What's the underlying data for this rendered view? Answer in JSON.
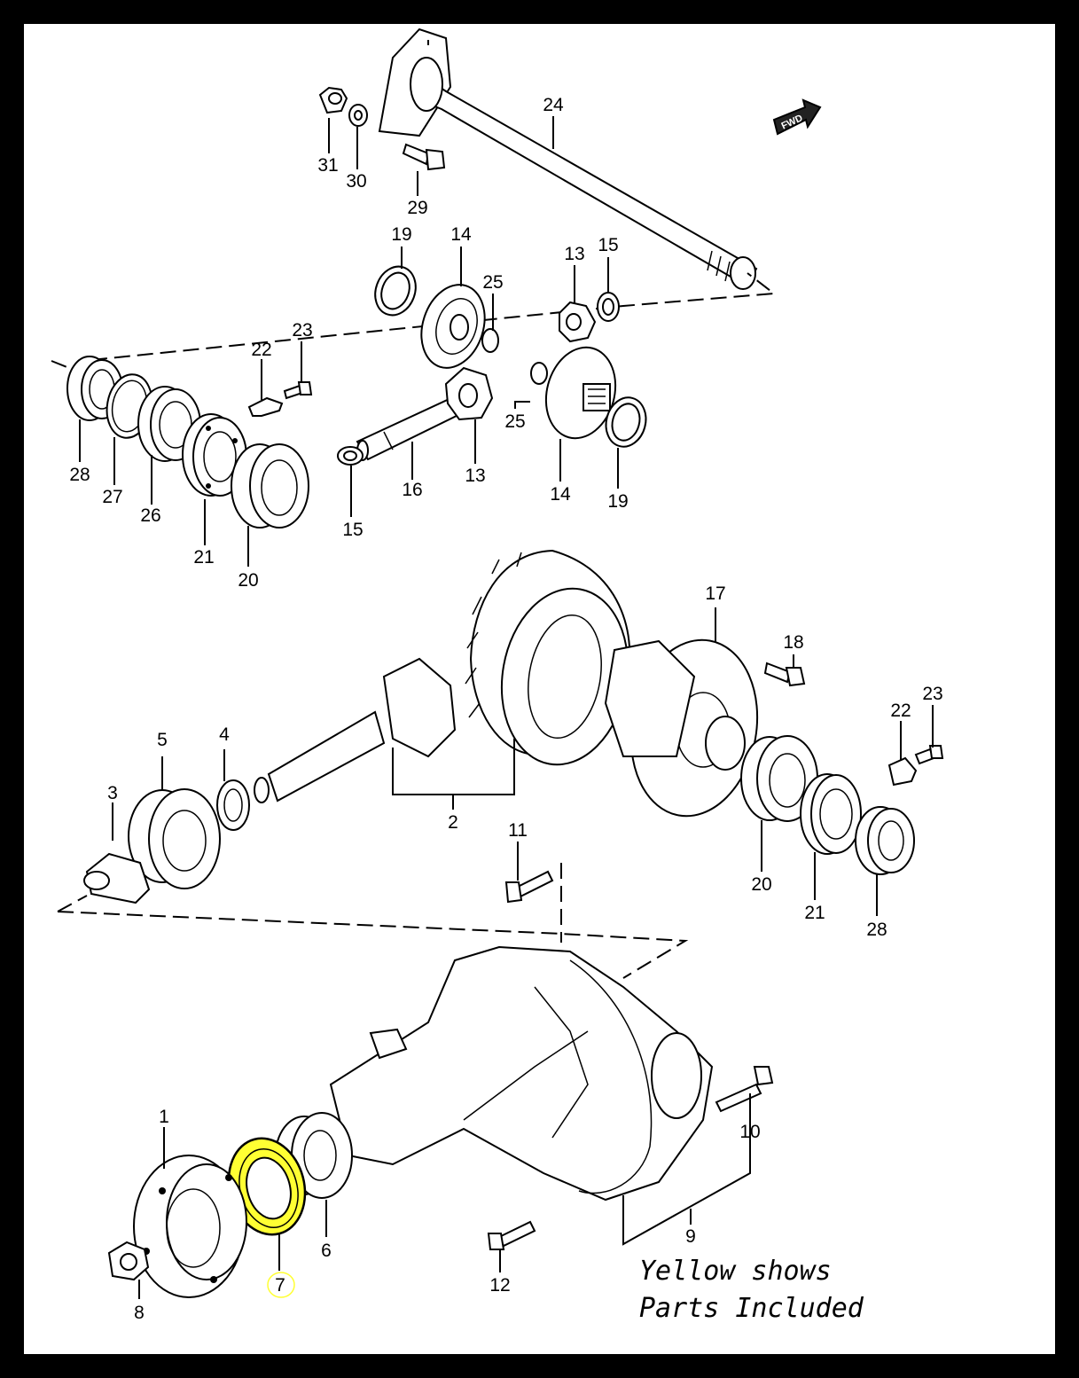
{
  "diagram": {
    "fwd_label": "FWD",
    "parts": {
      "p1": "1",
      "p2": "2",
      "p3": "3",
      "p4": "4",
      "p5": "5",
      "p6": "6",
      "p7": "7",
      "p8": "8",
      "p9": "9",
      "p10": "10",
      "p11": "11",
      "p12": "12",
      "p13a": "13",
      "p13b": "13",
      "p14a": "14",
      "p14b": "14",
      "p15a": "15",
      "p15b": "15",
      "p16": "16",
      "p17": "17",
      "p18": "18",
      "p19a": "19",
      "p19b": "19",
      "p20a": "20",
      "p20b": "20",
      "p21a": "21",
      "p21b": "21",
      "p22a": "22",
      "p22b": "22",
      "p23a": "23",
      "p23b": "23",
      "p24": "24",
      "p25a": "25",
      "p25b": "25",
      "p26": "26",
      "p27": "27",
      "p28a": "28",
      "p28b": "28",
      "p29": "29",
      "p30": "30",
      "p31": "31"
    },
    "highlight_color": "#ffff33"
  },
  "legend": {
    "line1": "Yellow shows",
    "line2": "Parts Included"
  }
}
